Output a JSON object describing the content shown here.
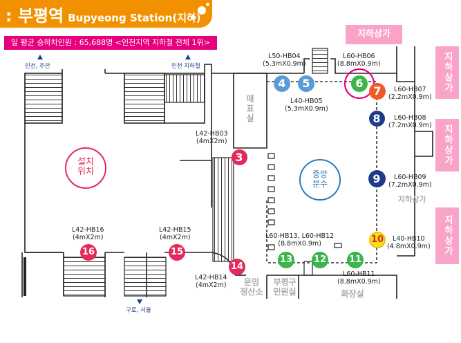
{
  "title": {
    "station_kr": "부평역",
    "station_en": "Bupyeong Station(지하)"
  },
  "ridership": "일 평균 승하차인원 : 65,688명 <인천지역 지하철 전체 1위>",
  "shops": {
    "top": "지하상가",
    "right1": "지하상가",
    "right2": "지하상가",
    "right3": "지하상가",
    "corridor": "지하상가"
  },
  "exits": {
    "exit1": "인천, 주안",
    "exit2": "인천 지하철",
    "exit3": "구로, 서울"
  },
  "rooms": {
    "store": "매표실",
    "fare": "운임\n정산소",
    "civil": "부평구\n민원실",
    "toilet": "화장실"
  },
  "fountain": "중앙\n분수",
  "install": "설치\n위치",
  "boards": [
    {
      "num": "3",
      "color": "#e6285a",
      "label": "L42-HB03\n(4mX2m)"
    },
    {
      "num": "4",
      "color": "#5b9bd5",
      "label": "L50-HB04\n(5.3mX0.9m)"
    },
    {
      "num": "5",
      "color": "#5b9bd5",
      "label": "L40-HB05\n(5.3mX0.9m)"
    },
    {
      "num": "6",
      "color": "#3cb54a",
      "label": "L60-HB06\n(8.8mX0.9m)"
    },
    {
      "num": "7",
      "color": "#f05a28",
      "label": "L60-HB07\n(2.2mX0.9m)"
    },
    {
      "num": "8",
      "color": "#1f3a8a",
      "label": "L60-HB08\n(7.2mX0.9m)"
    },
    {
      "num": "9",
      "color": "#1f3a8a",
      "label": "L60-HB09\n(7.2mX0.9m)"
    },
    {
      "num": "10",
      "color": "#f6e21b",
      "label": "L40-HB10\n(4.8mX0.9m)"
    },
    {
      "num": "11",
      "color": "#3cb54a",
      "label": "L60-HB11\n(8.8mX0.9m)"
    },
    {
      "num": "12",
      "color": "#3cb54a",
      "label": ""
    },
    {
      "num": "13",
      "color": "#3cb54a",
      "label": "L60-HB13, L60-HB12\n(8.8mX0.9m)"
    },
    {
      "num": "14",
      "color": "#e6285a",
      "label": "L42-HB14\n(4mX2m)"
    },
    {
      "num": "15",
      "color": "#e6285a",
      "label": "L42-HB15\n(4mX2m)"
    },
    {
      "num": "16",
      "color": "#e6285a",
      "label": "L42-HB16\n(4mX2m)"
    }
  ],
  "colors": {
    "title_bg": "#f29100",
    "ridership_bg": "#e6007e",
    "shop_bg": "#f9a3c8",
    "install_ring": "#e6285a",
    "fountain_ring": "#2a7ab8",
    "highlight_ring": "#e6007e"
  }
}
